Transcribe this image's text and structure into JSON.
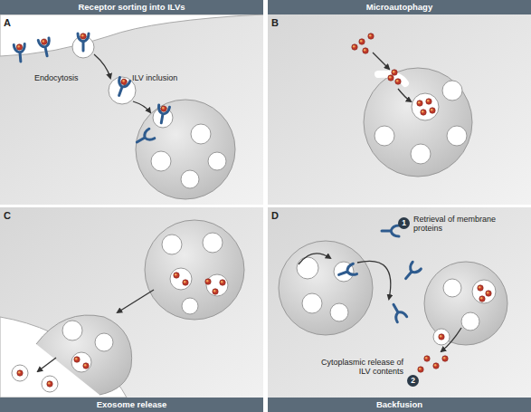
{
  "diagram": {
    "nodes": [
      {
        "text": [
          "Receptor sorting into ILVs"
        ]
      },
      {
        "text": [
          "Microautophagy"
        ]
      },
      {
        "text": [
          "Exosome release"
        ]
      },
      {
        "text": [
          "Backfusion"
        ]
      }
    ],
    "labels": [
      "A",
      "Endocytosis",
      "ILV inclusion",
      "B",
      "C",
      "D",
      "1",
      "Retrieval of membrane proteins",
      "2",
      "Cytoplasmic release of ILV contents"
    ]
  }
}
